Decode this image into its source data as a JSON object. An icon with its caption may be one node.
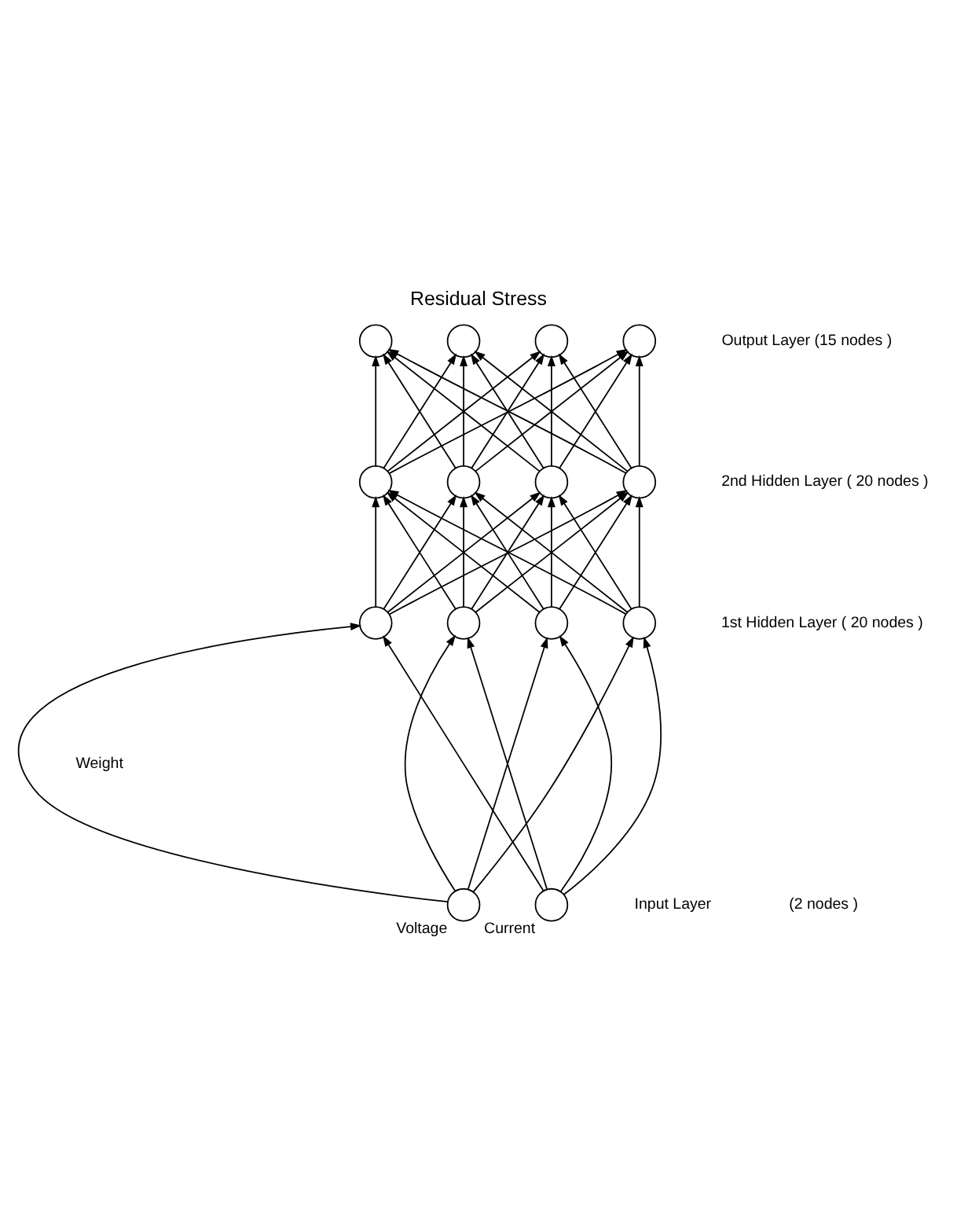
{
  "diagram": {
    "title": "Residual Stress",
    "nodes": [
      {
        "text": [],
        "shape": "circle"
      },
      {
        "text": [],
        "shape": "circle"
      },
      {
        "text": [],
        "shape": "circle"
      },
      {
        "text": [],
        "shape": "circle"
      },
      {
        "text": [],
        "shape": "circle"
      },
      {
        "text": [],
        "shape": "circle"
      },
      {
        "text": [],
        "shape": "circle"
      },
      {
        "text": [],
        "shape": "circle"
      },
      {
        "text": [],
        "shape": "circle"
      },
      {
        "text": [],
        "shape": "circle"
      },
      {
        "text": [],
        "shape": "circle"
      },
      {
        "text": [],
        "shape": "circle"
      },
      {
        "text": [],
        "shape": "circle",
        "beside": [
          "Voltage"
        ]
      },
      {
        "text": [],
        "shape": "circle",
        "beside": [
          "Current"
        ]
      }
    ],
    "edges": [
      {
        "from": 12,
        "to": 8,
        "arrow": "to"
      },
      {
        "from": 12,
        "to": 9,
        "arrow": "to"
      },
      {
        "from": 12,
        "to": 10,
        "arrow": "to"
      },
      {
        "from": 12,
        "to": 11,
        "arrow": "to"
      },
      {
        "from": 13,
        "to": 8,
        "arrow": "to"
      },
      {
        "from": 13,
        "to": 9,
        "arrow": "to"
      },
      {
        "from": 13,
        "to": 10,
        "arrow": "to"
      },
      {
        "from": 13,
        "to": 11,
        "arrow": "to"
      },
      {
        "from": 8,
        "to": 4,
        "arrow": "to"
      },
      {
        "from": 8,
        "to": 5,
        "arrow": "to"
      },
      {
        "from": 8,
        "to": 6,
        "arrow": "to"
      },
      {
        "from": 8,
        "to": 7,
        "arrow": "to"
      },
      {
        "from": 9,
        "to": 4,
        "arrow": "to"
      },
      {
        "from": 9,
        "to": 5,
        "arrow": "to"
      },
      {
        "from": 9,
        "to": 6,
        "arrow": "to"
      },
      {
        "from": 9,
        "to": 7,
        "arrow": "to"
      },
      {
        "from": 10,
        "to": 4,
        "arrow": "to"
      },
      {
        "from": 10,
        "to": 5,
        "arrow": "to"
      },
      {
        "from": 10,
        "to": 6,
        "arrow": "to"
      },
      {
        "from": 10,
        "to": 7,
        "arrow": "to"
      },
      {
        "from": 11,
        "to": 4,
        "arrow": "to"
      },
      {
        "from": 11,
        "to": 5,
        "arrow": "to"
      },
      {
        "from": 11,
        "to": 6,
        "arrow": "to"
      },
      {
        "from": 11,
        "to": 7,
        "arrow": "to"
      },
      {
        "from": 4,
        "to": 0,
        "arrow": "to"
      },
      {
        "from": 4,
        "to": 1,
        "arrow": "to"
      },
      {
        "from": 4,
        "to": 2,
        "arrow": "to"
      },
      {
        "from": 4,
        "to": 3,
        "arrow": "to"
      },
      {
        "from": 5,
        "to": 0,
        "arrow": "to"
      },
      {
        "from": 5,
        "to": 1,
        "arrow": "to"
      },
      {
        "from": 5,
        "to": 2,
        "arrow": "to"
      },
      {
        "from": 5,
        "to": 3,
        "arrow": "to"
      },
      {
        "from": 6,
        "to": 0,
        "arrow": "to"
      },
      {
        "from": 6,
        "to": 1,
        "arrow": "to"
      },
      {
        "from": 6,
        "to": 2,
        "arrow": "to"
      },
      {
        "from": 6,
        "to": 3,
        "arrow": "to"
      },
      {
        "from": 7,
        "to": 0,
        "arrow": "to"
      },
      {
        "from": 7,
        "to": 1,
        "arrow": "to"
      },
      {
        "from": 7,
        "to": 2,
        "arrow": "to"
      },
      {
        "from": 7,
        "to": 3,
        "arrow": "to"
      }
    ],
    "labels": [
      "Output Layer (15 nodes )",
      "2nd Hidden Layer ( 20 nodes )",
      "Weight",
      "1st Hidden Layer ( 20 nodes )",
      "Input Layer",
      "(2 nodes )"
    ]
  }
}
